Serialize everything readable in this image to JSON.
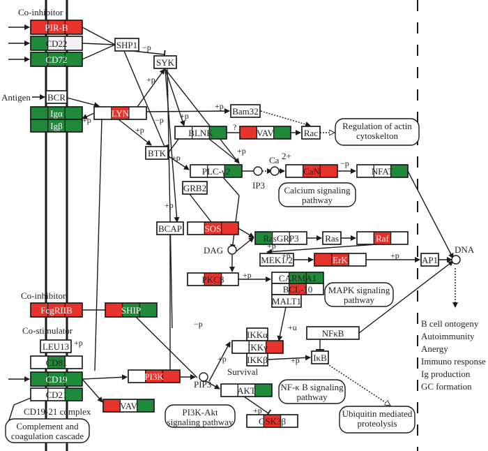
{
  "colors": {
    "up": "#e8322c",
    "down": "#1f8a3a",
    "none": "#ffffff",
    "light": "#f2f2f2",
    "line": "#1a1a1a"
  },
  "labels": {
    "co_inhibitor_top": "Co-inhibitor",
    "antigen": "Antigen",
    "co_inhibitor_bottom": "Co-inhibitor",
    "co_stimulator": "Co-stimulator",
    "cd19_21_complex": "CD19-21 complex",
    "survival": "Survival",
    "dag": "DAG",
    "ip3": "IP3",
    "ca": "Ca",
    "ca_sup": "2+",
    "pip3": "PIP3",
    "dna": "DNA"
  },
  "edge_labels": {
    "plus_p": "+p",
    "minus_p": "−p",
    "plus_u": "+u",
    "question": "?"
  },
  "genes": [
    {
      "id": "PIR-B",
      "label": "PIR-B",
      "cells": [
        "up",
        "up",
        "up"
      ],
      "white_text": true
    },
    {
      "id": "CD22",
      "label": "CD22",
      "cells": [
        "down",
        "light",
        "light"
      ]
    },
    {
      "id": "CD72",
      "label": "CD72",
      "cells": [
        "down",
        "down",
        "down"
      ],
      "white_text": true
    },
    {
      "id": "BCR",
      "label": "BCR",
      "cells": [
        "none"
      ]
    },
    {
      "id": "Iga",
      "label": "Igα",
      "cells": [
        "down",
        "down",
        "down"
      ],
      "white_text": true
    },
    {
      "id": "Igb",
      "label": "Igβ",
      "cells": [
        "down",
        "down",
        "down"
      ],
      "white_text": true
    },
    {
      "id": "SHP1",
      "label": "SHP1",
      "cells": [
        "none"
      ]
    },
    {
      "id": "SYK",
      "label": "SYK",
      "cells": [
        "none"
      ]
    },
    {
      "id": "LYN",
      "label": "LYN",
      "cells": [
        "none",
        "up",
        "none"
      ],
      "white_text": true
    },
    {
      "id": "Bam32",
      "label": "Bam32",
      "cells": [
        "none"
      ]
    },
    {
      "id": "BLNK",
      "label": "BLNK",
      "cells": [
        "none",
        "none",
        "down"
      ]
    },
    {
      "id": "VAV1",
      "label": "VAV",
      "cells": [
        "up",
        "none",
        "down"
      ]
    },
    {
      "id": "Rac",
      "label": "Rac",
      "cells": [
        "none"
      ]
    },
    {
      "id": "BTK",
      "label": "BTK",
      "cells": [
        "none"
      ]
    },
    {
      "id": "PLCg2",
      "label": "PLC-γ2",
      "cells": [
        "none",
        "none",
        "down"
      ]
    },
    {
      "id": "GRB2",
      "label": "GRB2",
      "cells": [
        "none"
      ]
    },
    {
      "id": "CaN",
      "label": "CaN",
      "cells": [
        "none",
        "up",
        "up"
      ]
    },
    {
      "id": "NFAT",
      "label": "NFAT",
      "cells": [
        "none",
        "none",
        "down"
      ]
    },
    {
      "id": "BCAP",
      "label": "BCAP",
      "cells": [
        "none"
      ]
    },
    {
      "id": "SOS",
      "label": "SOS",
      "cells": [
        "none",
        "up",
        "up"
      ],
      "white_text": true
    },
    {
      "id": "RasGRP3",
      "label": "RasGRP3",
      "cells": [
        "down",
        "none",
        "none"
      ]
    },
    {
      "id": "Ras",
      "label": "Ras",
      "cells": [
        "none"
      ]
    },
    {
      "id": "Raf",
      "label": "Raf",
      "cells": [
        "none",
        "up",
        "none"
      ],
      "white_text": true
    },
    {
      "id": "MEK12",
      "label": "MEK1/2",
      "cells": [
        "none"
      ]
    },
    {
      "id": "ErK",
      "label": "ErK",
      "cells": [
        "up",
        "up",
        "none"
      ],
      "white_text": true
    },
    {
      "id": "AP1",
      "label": "AP1",
      "cells": [
        "none"
      ]
    },
    {
      "id": "PKCb",
      "label": "PKCβ",
      "cells": [
        "none",
        "up",
        "none"
      ]
    },
    {
      "id": "CARMA1",
      "label": "CARMA1",
      "cells": [
        "none",
        "down",
        "down"
      ]
    },
    {
      "id": "BCL10",
      "label": "BCL-10",
      "cells": [
        "none",
        "up",
        "none"
      ]
    },
    {
      "id": "MALT1",
      "label": "MALT1",
      "cells": [
        "none"
      ]
    },
    {
      "id": "FcgRIIB",
      "label": "FcgRIIB",
      "cells": [
        "up",
        "up",
        "up"
      ],
      "white_text": true
    },
    {
      "id": "SHIP",
      "label": "SHIP",
      "cells": [
        "up",
        "down",
        "down"
      ],
      "white_text": true
    },
    {
      "id": "LEU13",
      "label": "LEU13",
      "cells": [
        "none"
      ]
    },
    {
      "id": "CD81",
      "label": "CD81",
      "cells": [
        "none",
        "down",
        "none"
      ]
    },
    {
      "id": "CD19",
      "label": "CD19",
      "cells": [
        "down",
        "down",
        "down"
      ],
      "white_text": true
    },
    {
      "id": "CD21",
      "label": "CD21",
      "cells": [
        "none",
        "none",
        "down"
      ]
    },
    {
      "id": "VAV2",
      "label": "VAV",
      "cells": [
        "up",
        "none",
        "down"
      ]
    },
    {
      "id": "PI3K",
      "label": "PI3K",
      "cells": [
        "none",
        "up",
        "up"
      ],
      "white_text": true
    },
    {
      "id": "IKKa",
      "label": "IKKα",
      "cells": [
        "none"
      ]
    },
    {
      "id": "IKKg",
      "label": "IKKγ",
      "cells": [
        "none",
        "none",
        "up"
      ]
    },
    {
      "id": "IKKb",
      "label": "IKKβ",
      "cells": [
        "none"
      ]
    },
    {
      "id": "NFkB",
      "label": "NFκB",
      "cells": [
        "none"
      ]
    },
    {
      "id": "IkB",
      "label": "IκB",
      "cells": [
        "none"
      ]
    },
    {
      "id": "AKT",
      "label": "AKT",
      "cells": [
        "none",
        "none",
        "down"
      ]
    },
    {
      "id": "GSK3b",
      "label": "GSK3β",
      "cells": [
        "none",
        "up",
        "none"
      ]
    }
  ],
  "pathways": [
    {
      "id": "actin",
      "lines": [
        "Regulation of  actin",
        "cytoskelton"
      ]
    },
    {
      "id": "calcium",
      "lines": [
        "Calcium signaling",
        "pathway"
      ]
    },
    {
      "id": "mapk",
      "lines": [
        "MAPK signaling",
        "pathway"
      ]
    },
    {
      "id": "nfkb",
      "lines": [
        "NF-κ B signaling",
        "pathway"
      ]
    },
    {
      "id": "pi3k",
      "lines": [
        "PI3K-Akt",
        "signaling pathway"
      ]
    },
    {
      "id": "ubiquitin",
      "lines": [
        "Ubiquitin mediated",
        "proteolysis"
      ]
    },
    {
      "id": "complement",
      "lines": [
        "Complement and",
        "coagulation cascade"
      ]
    }
  ],
  "outcomes": [
    "B cell ontogeny",
    "Autoimmunity",
    "Anergy",
    "Immuno response",
    "Ig production",
    "GC formation"
  ]
}
